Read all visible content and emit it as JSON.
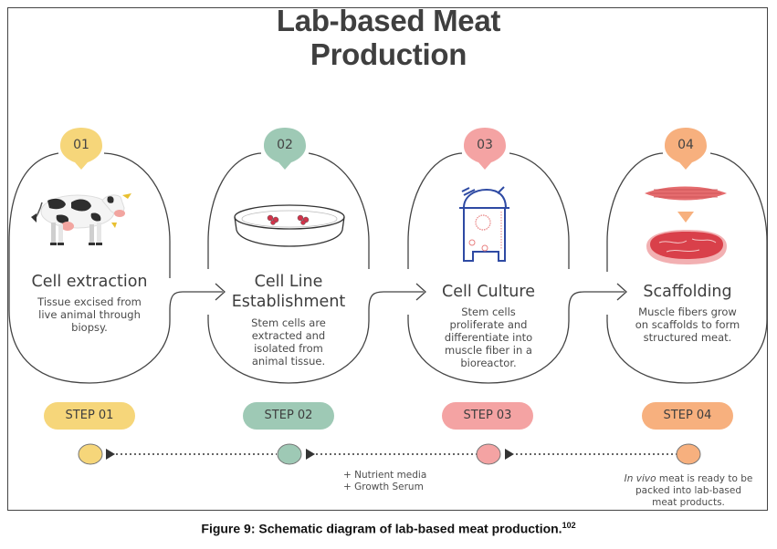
{
  "title": {
    "line1": "Lab-based Meat",
    "line2": "Production"
  },
  "colors": {
    "step1": "#f6d67a",
    "step2": "#9ec9b5",
    "step3": "#f4a3a3",
    "step4": "#f7b07e",
    "outline": "#444444",
    "bioreactor": "#2e4aa3",
    "meat": "#d9404a"
  },
  "panels": [
    {
      "badge": "01",
      "icon": "cow-icon",
      "title": "Cell extraction",
      "description_lines": [
        "Tissue excised from",
        "live animal through",
        "biopsy."
      ]
    },
    {
      "badge": "02",
      "icon": "petri-dish-icon",
      "title_lines": [
        "Cell Line",
        "Establishment"
      ],
      "description_lines": [
        "Stem cells are",
        "extracted and",
        "isolated from",
        "animal tissue."
      ]
    },
    {
      "badge": "03",
      "icon": "bioreactor-icon",
      "title": "Cell Culture",
      "description_lines": [
        "Stem cells",
        "proliferate and",
        "differentiate into",
        "muscle fiber in a",
        "bioreactor."
      ]
    },
    {
      "badge": "04",
      "icon": "muscle-to-meat-icon",
      "title": "Scaffolding",
      "description_lines": [
        "Muscle fibers grow",
        "on scaffolds to form",
        "structured meat."
      ]
    }
  ],
  "steps": [
    "STEP 01",
    "STEP 02",
    "STEP 03",
    "STEP 04"
  ],
  "timeline_notes": {
    "media_line1": "+ Nutrient media",
    "media_line2": "+ Growth Serum",
    "final_italic": "In vivo",
    "final_line1_rest": " meat is ready to be",
    "final_line2": "packed into lab-based",
    "final_line3": "meat products."
  },
  "caption": {
    "text": "Figure 9: Schematic diagram of lab-based meat production.",
    "ref": "102"
  }
}
